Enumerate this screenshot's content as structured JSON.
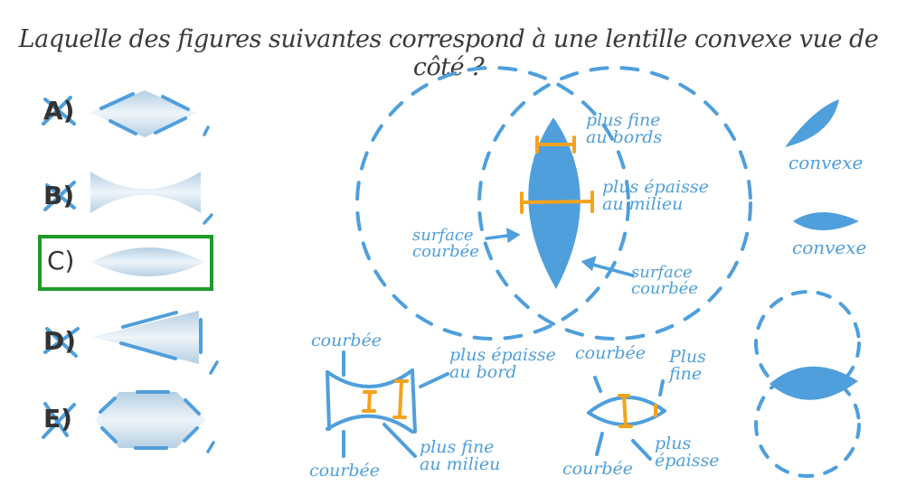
{
  "question": "Laquelle des figures suivantes correspond à une lentille convexe vue de côté ?",
  "options": [
    {
      "letter": "A)",
      "shape": "diamond-lens",
      "crossed_out": true
    },
    {
      "letter": "B)",
      "shape": "concave-lens",
      "crossed_out": true
    },
    {
      "letter": "C)",
      "shape": "biconvex-lens",
      "crossed_out": false,
      "selected": true
    },
    {
      "letter": "D)",
      "shape": "cone",
      "crossed_out": true
    },
    {
      "letter": "E)",
      "shape": "hexagon-lens",
      "crossed_out": true
    }
  ],
  "main_diagram": {
    "top_edge_label": "plus fine au bords",
    "middle_label": "plus épaisse au milieu",
    "left_surface_label": "surface courbée",
    "right_surface_label": "surface courbée"
  },
  "concave_diagram": {
    "top_label": "courbée",
    "bottom_label": "courbée",
    "edge_label": "plus épaisse au bord",
    "middle_label": "plus fine au milieu"
  },
  "convex_diagram": {
    "top_label": "courbée",
    "bottom_label": "courbée",
    "edge_label": "Plus fine",
    "middle_label": "plus épaisse"
  },
  "right_examples": [
    {
      "label": "convexe"
    },
    {
      "label": "convexe"
    }
  ],
  "colors": {
    "ink_blue": "#4f9fdc",
    "highlight_orange": "#f4a21e",
    "correct_green": "#1e9a2a",
    "lens_fill": "#c9dcea",
    "text_dark": "#333333"
  }
}
